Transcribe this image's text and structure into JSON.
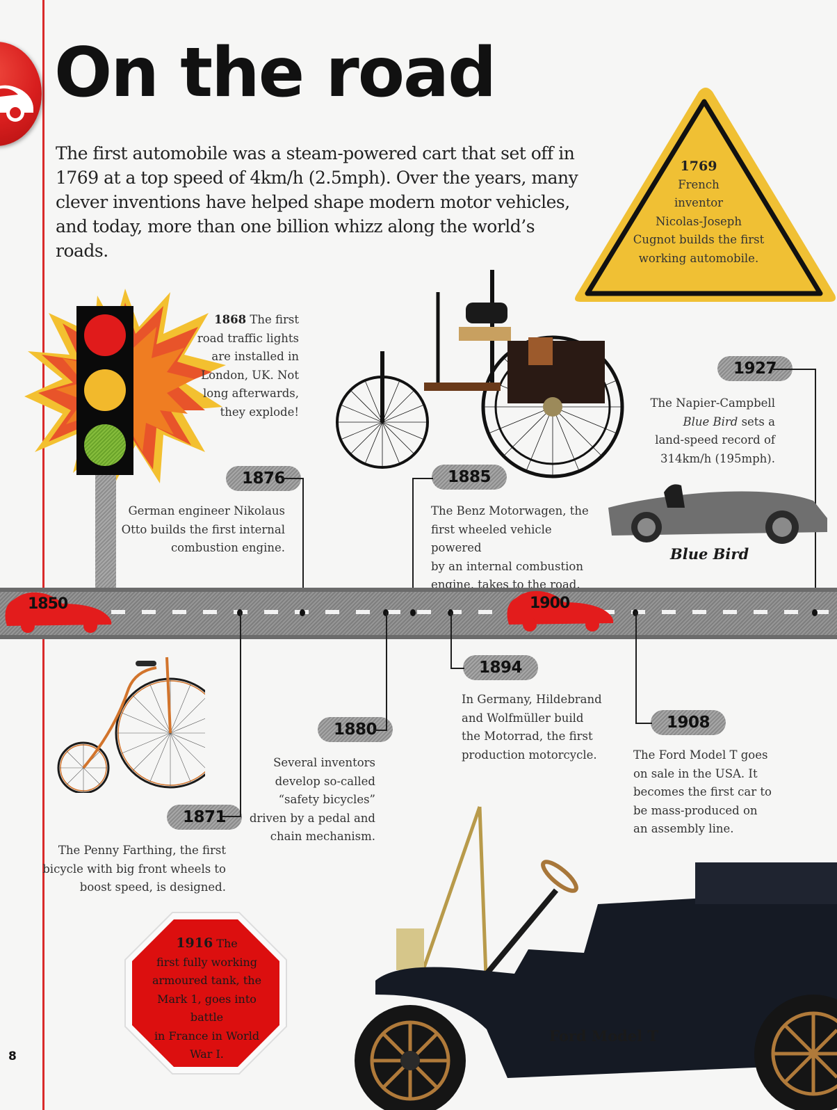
{
  "page": {
    "title": "On the road",
    "page_number": "8",
    "intro": "The first automobile was a steam-powered cart that set off in 1769 at a top speed of 4km/h (2.5mph). Over the years, many clever inventions have helped shape modern motor vehicles, and today, more than one billion whizz along the world’s roads.",
    "section_icon": "red-car-badge-icon"
  },
  "colors": {
    "accent_red": "#d81e1e",
    "warning_yellow": "#f0c034",
    "road_grey": "#8a8a8a",
    "text": "#2a2a2a"
  },
  "road": {
    "start_year": "1850",
    "mid_year": "1900"
  },
  "callouts": {
    "c1769": {
      "year": "1769",
      "lines": [
        "French",
        "inventor",
        "Nicolas-Joseph",
        "Cugnot builds the first",
        "working automobile."
      ],
      "shape": "warning-triangle"
    },
    "c1868": {
      "year": "1868",
      "lines": [
        "The first",
        "road traffic lights",
        "are installed in",
        "London, UK. Not",
        "long afterwards,",
        "they explode!"
      ]
    },
    "c1876": {
      "year": "1876",
      "lines": [
        "German engineer Nikolaus",
        "Otto builds the first internal",
        "combustion engine."
      ]
    },
    "c1885": {
      "year": "1885",
      "lines": [
        "The Benz Motorwagen, the",
        "first wheeled vehicle powered",
        "by an internal combustion",
        "engine, takes to the road."
      ]
    },
    "c1927": {
      "year": "1927",
      "line1": "The Napier-Campbell",
      "line2_italic": "Blue Bird",
      "line2_rest": " sets a",
      "line3": "land-speed record of",
      "line4": "314km/h (195mph)."
    },
    "c1871": {
      "year": "1871",
      "lines": [
        "The Penny Farthing, the first",
        "bicycle with big front wheels to",
        "boost speed, is designed."
      ]
    },
    "c1880": {
      "year": "1880",
      "lines": [
        "Several inventors",
        "develop so-called",
        "“safety bicycles”",
        "driven by a pedal and",
        "chain mechanism."
      ]
    },
    "c1894": {
      "year": "1894",
      "lines": [
        "In Germany, Hildebrand",
        "and Wolfmüller build",
        "the Motorrad, the first",
        "production motorcycle."
      ]
    },
    "c1908": {
      "year": "1908",
      "lines": [
        "The Ford Model T goes",
        "on sale in the USA. It",
        "becomes the first car to",
        "be mass-produced on",
        "an assembly line."
      ]
    },
    "c1916": {
      "year": "1916",
      "first_line_rest": "The",
      "lines": [
        "first fully working",
        "armoured tank, the",
        "Mark 1, goes into battle",
        "in France in World",
        "War I."
      ],
      "shape": "stop-octagon"
    }
  },
  "images": {
    "traffic_light": "traffic-light-explosion",
    "benz": "benz-motorwagen-photo",
    "blue_bird": {
      "caption": "Blue Bird"
    },
    "penny_farthing": "penny-farthing-photo",
    "model_t": {
      "caption": "Ford Model T"
    }
  }
}
